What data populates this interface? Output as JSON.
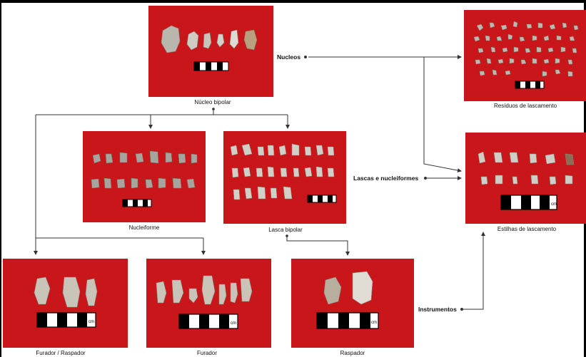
{
  "colors": {
    "background": "#c8161a",
    "line": "#333333"
  },
  "photos": {
    "nucleo_bipolar": {
      "caption": "Núcleo bipolar"
    },
    "residuos": {
      "caption": "Resíduos de lascamento"
    },
    "nucleiforme": {
      "caption": "Nucleiforme"
    },
    "lasca_bipolar": {
      "caption": "Lasca bipolar"
    },
    "estilhas": {
      "caption": "Estilhas de lascamento",
      "scale_unit": "cm"
    },
    "furador_raspador": {
      "caption": "Furador / Raspador",
      "scale_unit": "cm"
    },
    "furador": {
      "caption": "Furador",
      "scale_unit": "cm"
    },
    "raspador": {
      "caption": "Raspador",
      "scale_unit": "cm"
    }
  },
  "flow_labels": {
    "nucleos": "Nucleos",
    "lascas_nucleiformes": "Lascas e nucleiformes",
    "instrumentos": "Instrumentos"
  }
}
